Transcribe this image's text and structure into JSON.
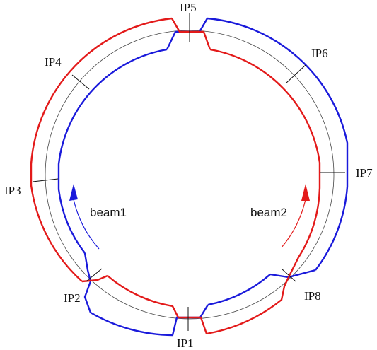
{
  "interaction_points": [
    {
      "id": "ip1",
      "label": "IP1"
    },
    {
      "id": "ip2",
      "label": "IP2"
    },
    {
      "id": "ip3",
      "label": "IP3"
    },
    {
      "id": "ip4",
      "label": "IP4"
    },
    {
      "id": "ip5",
      "label": "IP5"
    },
    {
      "id": "ip6",
      "label": "IP6"
    },
    {
      "id": "ip7",
      "label": "IP7"
    },
    {
      "id": "ip8",
      "label": "IP8"
    }
  ],
  "beams": [
    {
      "id": "beam1",
      "label": "beam1",
      "color": "#1a1adb"
    },
    {
      "id": "beam2",
      "label": "beam2",
      "color": "#e31a1a"
    }
  ],
  "reference_ring_color": "#333333"
}
